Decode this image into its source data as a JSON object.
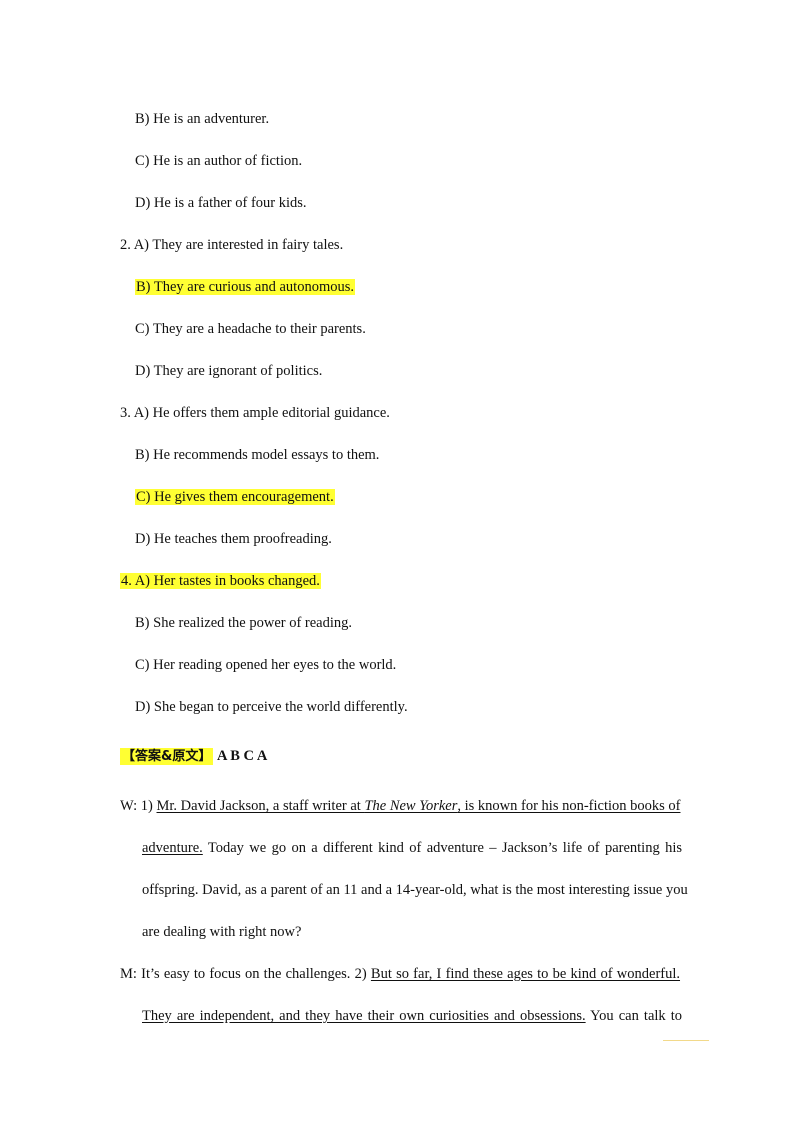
{
  "q1": {
    "b": "B) He is an adventurer.",
    "c": "C) He is an author of fiction.",
    "d": "D) He is a father of four kids."
  },
  "q2": {
    "a": "2. A) They are interested in fairy tales.",
    "b": "B) They are curious and autonomous.",
    "c": "C) They are a headache to their parents.",
    "d": "D) They are ignorant of politics."
  },
  "q3": {
    "a": "3. A) He offers them ample editorial guidance.",
    "b": "B) He recommends model essays to them.",
    "c": "C) He gives them encouragement.",
    "d": "D) He teaches them proofreading."
  },
  "q4": {
    "a": "4. A) Her tastes in books changed.",
    "b": "B) She realized the power of reading.",
    "c": "C) Her reading opened her eyes to the world.",
    "d": "D) She began to perceive the world differently."
  },
  "answer": {
    "tag": "【答案&原文】",
    "keys": "A B C A"
  },
  "transcript": {
    "w_prefix": "W: 1) ",
    "w_u1": "Mr. David Jackson, a staff writer at ",
    "w_u1_italic": "The New Yorker",
    "w_u1_end": ", is known for his non-fiction books of",
    "w_u2": "adventure.",
    "w_t2": " Today we go on a different kind of adventure – Jackson’s life of parenting his",
    "w_t3": "offspring. David, as a parent of an 11 and a 14-year-old, what is the most interesting issue you",
    "w_t4": "are dealing with right now?",
    "m_prefix": "M: It’s easy to focus on the challenges. 2) ",
    "m_u1": "But so far, I find these ages to be kind of wonderful.",
    "m_u2": "They are independent, and they have their own curiosities and obsessions.",
    "m_t2": " You can talk to"
  }
}
